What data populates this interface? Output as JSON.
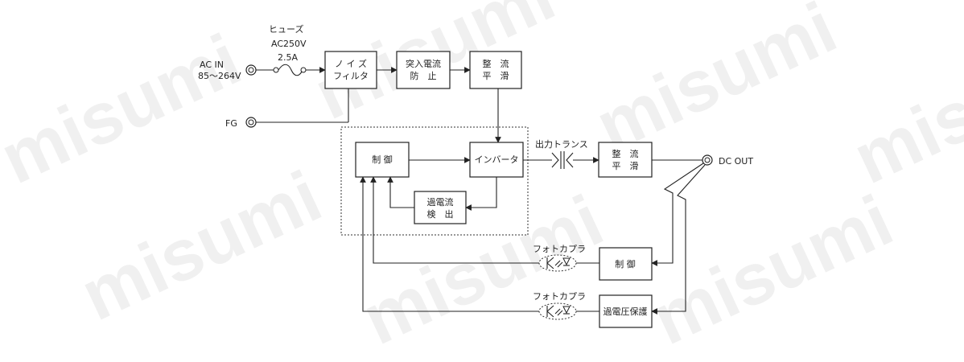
{
  "watermark": "misumi",
  "inputs": {
    "ac_in_line1": "AC IN",
    "ac_in_line2": "85〜264V",
    "fg": "FG"
  },
  "fuse": {
    "name": "ヒューズ",
    "rating_voltage": "AC250V",
    "rating_current": "2.5A"
  },
  "blocks": {
    "noise_filter": [
      "ノ イ ズ",
      "フィルタ"
    ],
    "inrush": [
      "突入電流",
      "防　止"
    ],
    "rect1": [
      "整　流",
      "平　滑"
    ],
    "control_main": [
      "制 御"
    ],
    "inverter": [
      "インバータ"
    ],
    "overcurrent": [
      "過電流",
      "検　出"
    ],
    "rect2": [
      "整　流",
      "平　滑"
    ],
    "control_fb": [
      "制 御"
    ],
    "ovp": [
      "過電圧保護"
    ]
  },
  "labels": {
    "transformer": "出力トランス",
    "dc_out": "DC OUT",
    "photocoupler1": "フォトカプラ",
    "photocoupler2": "フォトカプラ"
  }
}
